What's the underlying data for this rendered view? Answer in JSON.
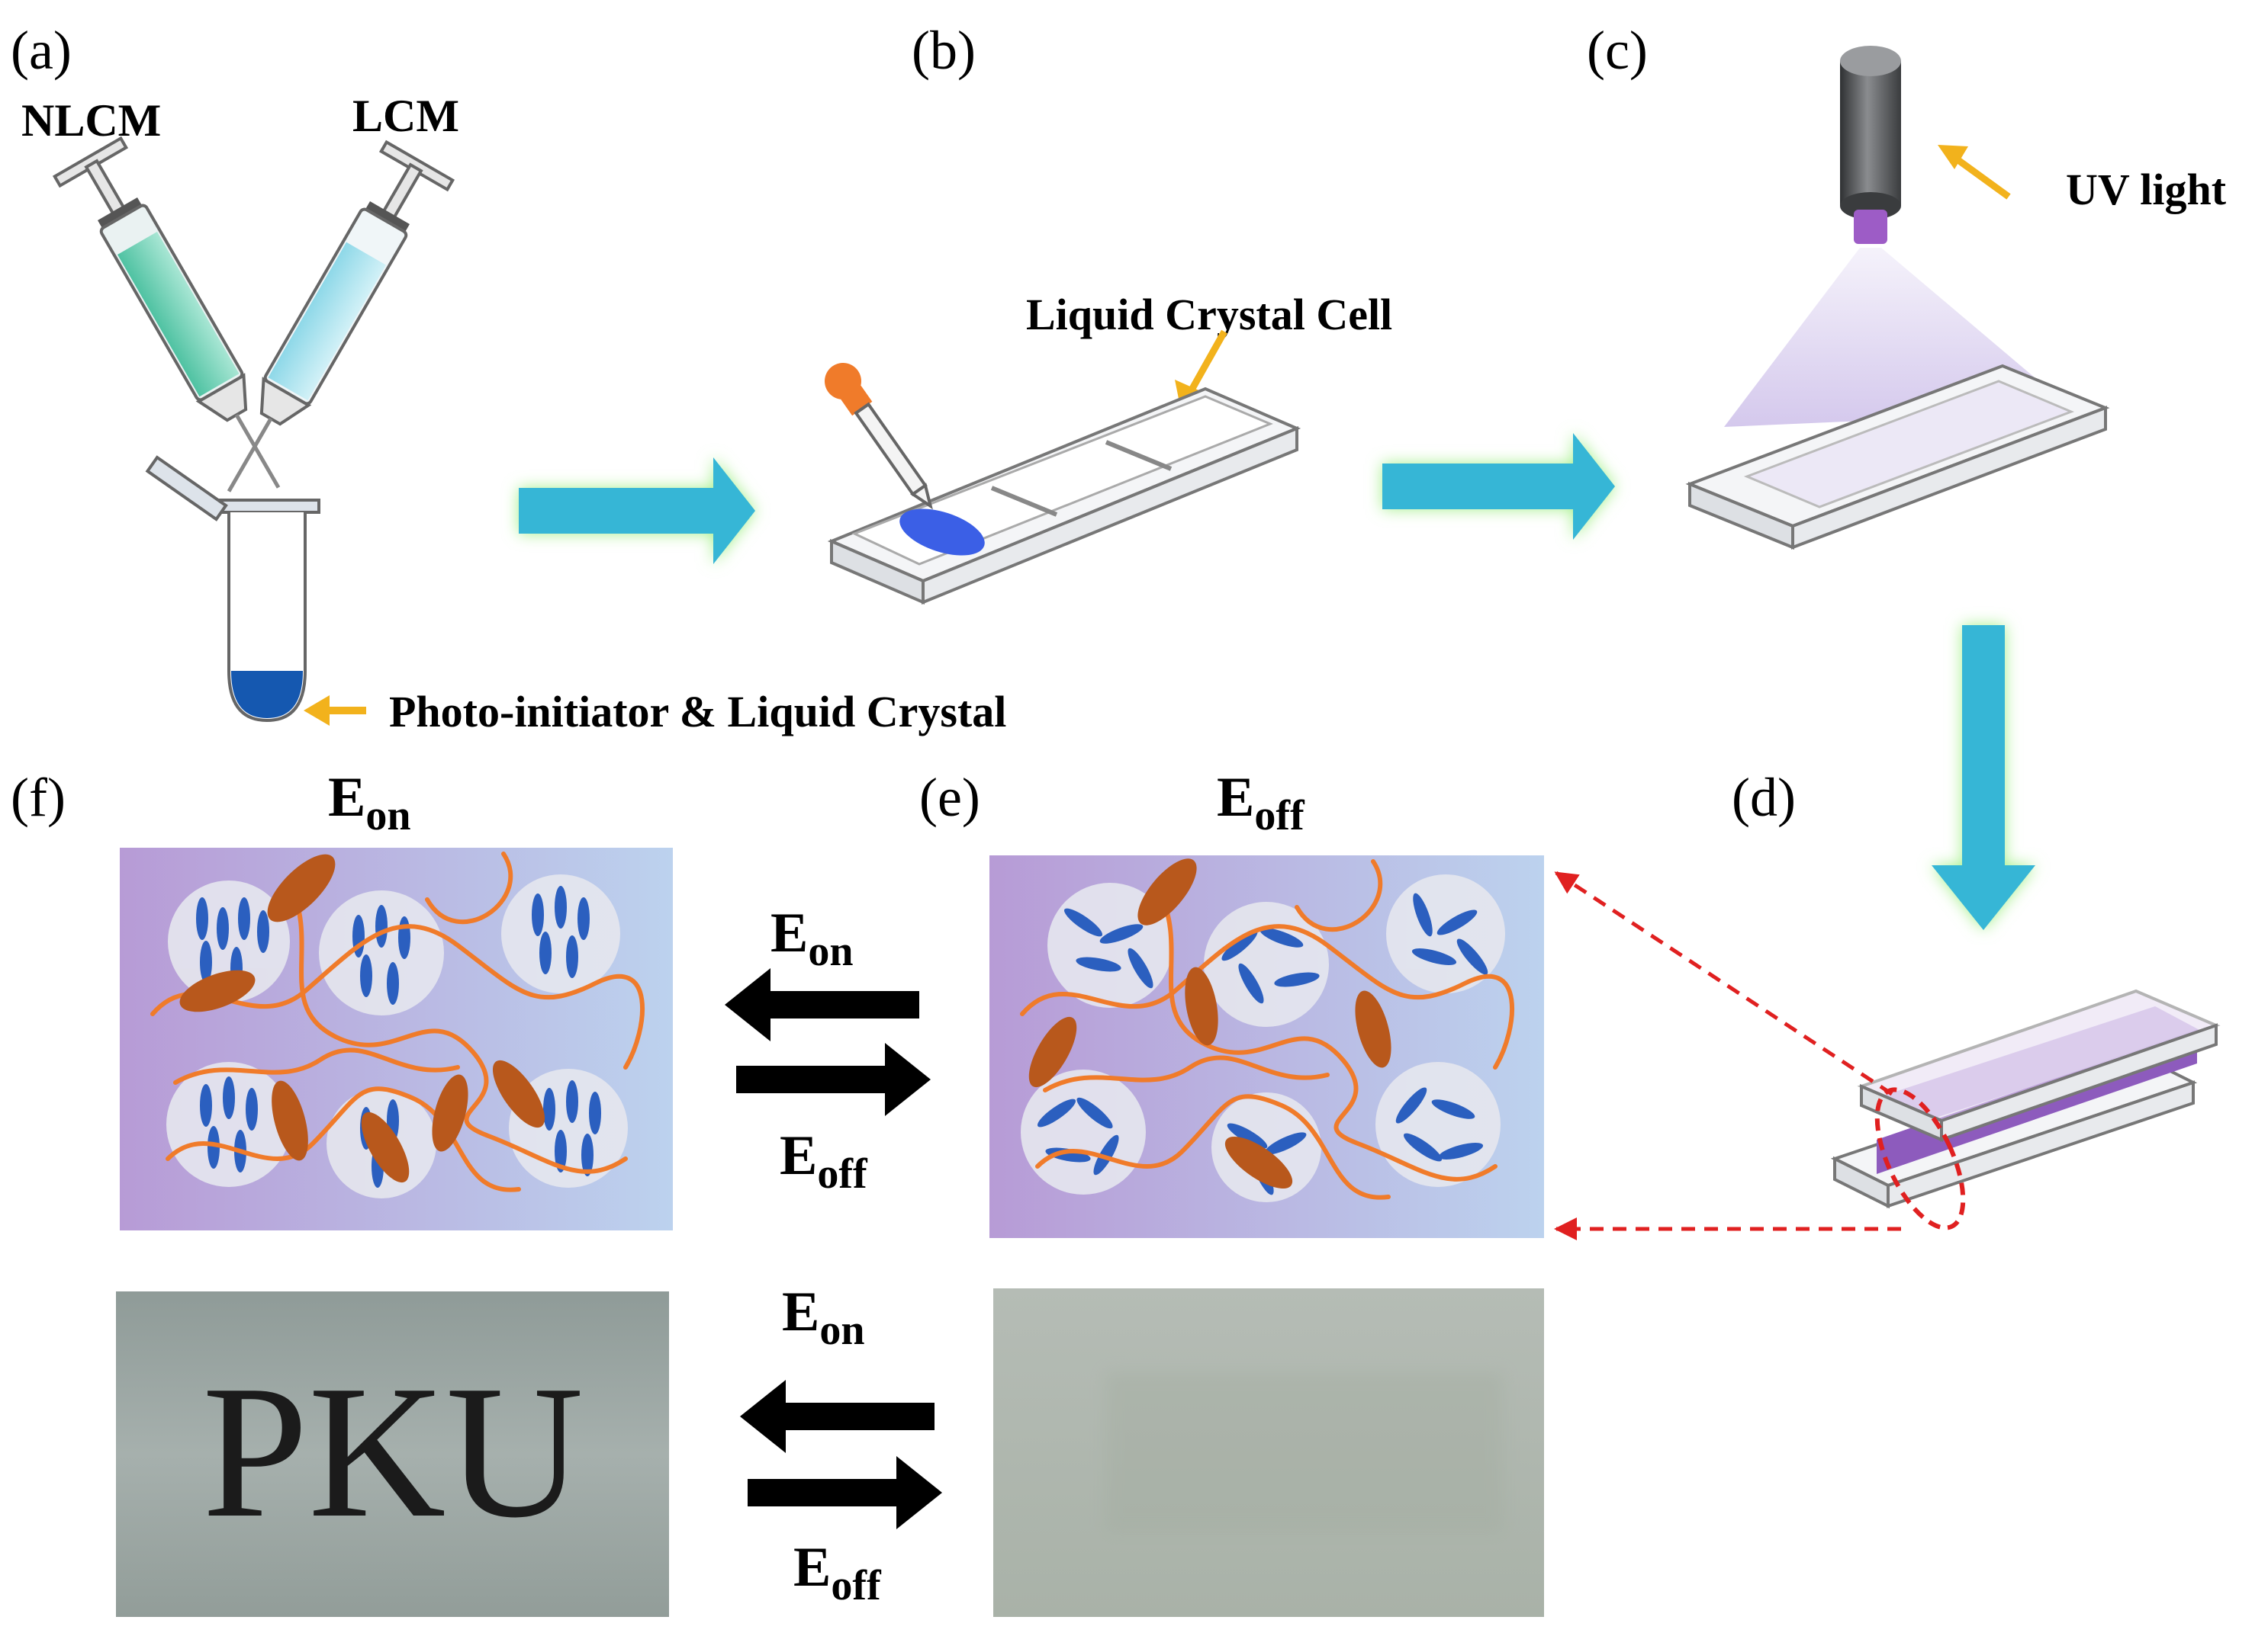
{
  "panels": {
    "a": "(a)",
    "b": "(b)",
    "c": "(c)",
    "d": "(d)",
    "e": "(e)",
    "f": "(f)"
  },
  "labels": {
    "nlcm": "NLCM",
    "lcm": "LCM",
    "photo_initiator": "Photo-initiator & Liquid Crystal",
    "lc_cell": "Liquid Crystal Cell",
    "uv_light": "UV light",
    "e_main": "E",
    "sub_on": "on",
    "sub_off": "off",
    "pku": "PKU"
  },
  "colors": {
    "flow_arrow": "#36b6d6",
    "arrow_glow": "#a6f08c",
    "label_arrow": "#f2b21c",
    "droplet": "#3b5fe6",
    "polymer": "#f07b2a",
    "lc_molecule": "#2b5fbf",
    "red_dash": "#e02020"
  }
}
